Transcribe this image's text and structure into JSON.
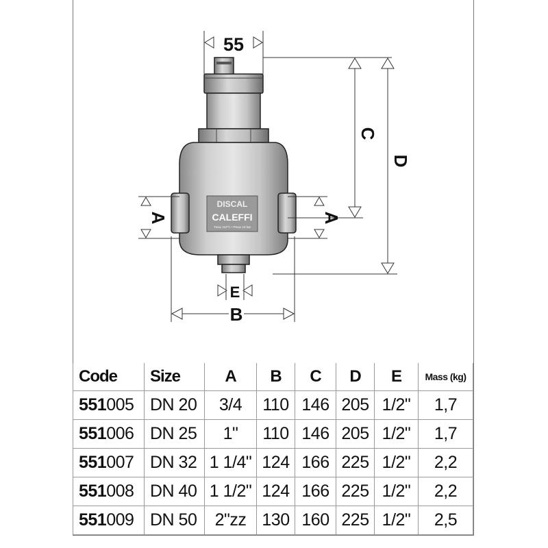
{
  "drawing": {
    "dim_top": "55",
    "dim_left": "A",
    "dim_right": "A",
    "dim_c": "C",
    "dim_d": "D",
    "dim_e": "E",
    "dim_b": "B",
    "brand_top": "DISCAL",
    "brand": "CALEFFI",
    "brand_small": "Tmax 110°C • Pmax 10 bar"
  },
  "table": {
    "headers": [
      "Code",
      "Size",
      "A",
      "B",
      "C",
      "D",
      "E",
      "Mass (kg)"
    ],
    "rows": [
      {
        "code_prefix": "551",
        "code_suffix": "005",
        "size": "DN 20",
        "a": "3/4",
        "b": "110",
        "c": "146",
        "d": "205",
        "e": "1/2\"",
        "mass": "1,7"
      },
      {
        "code_prefix": "551",
        "code_suffix": "006",
        "size": "DN 25",
        "a": "1\"",
        "b": "110",
        "c": "146",
        "d": "205",
        "e": "1/2\"",
        "mass": "1,7"
      },
      {
        "code_prefix": "551",
        "code_suffix": "007",
        "size": "DN 32",
        "a": "1 1/4\"",
        "b": "124",
        "c": "166",
        "d": "225",
        "e": "1/2\"",
        "mass": "2,2"
      },
      {
        "code_prefix": "551",
        "code_suffix": "008",
        "size": "DN 40",
        "a": "1 1/2\"",
        "b": "124",
        "c": "166",
        "d": "225",
        "e": "1/2\"",
        "mass": "2,2"
      },
      {
        "code_prefix": "551",
        "code_suffix": "009",
        "size": "DN 50",
        "a": "2\"zz",
        "b": "130",
        "c": "160",
        "d": "225",
        "e": "1/2\"",
        "mass": "2,5"
      }
    ]
  }
}
